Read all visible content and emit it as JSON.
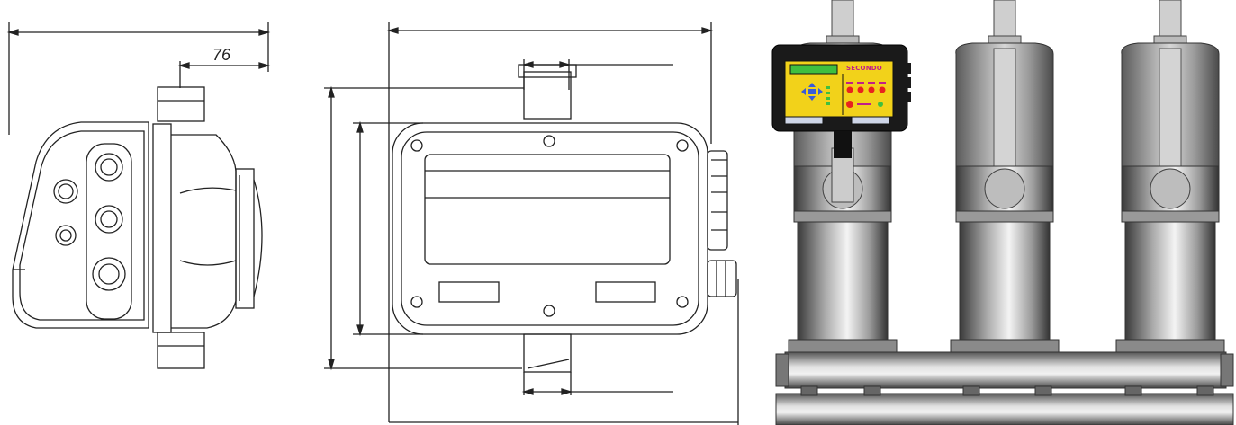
{
  "side_view": {
    "dimension_76": "76"
  },
  "front_view": {},
  "pump_group": {
    "controller": {
      "display_text": "SECONDO",
      "colors": {
        "body": "#1a1a1a",
        "panel": "#f2d21a",
        "screen": "#3fbf3f",
        "button": "#3a5bd8",
        "led_red": "#e8231e",
        "led_green": "#3fbf3f"
      }
    },
    "pump_count": 3
  }
}
